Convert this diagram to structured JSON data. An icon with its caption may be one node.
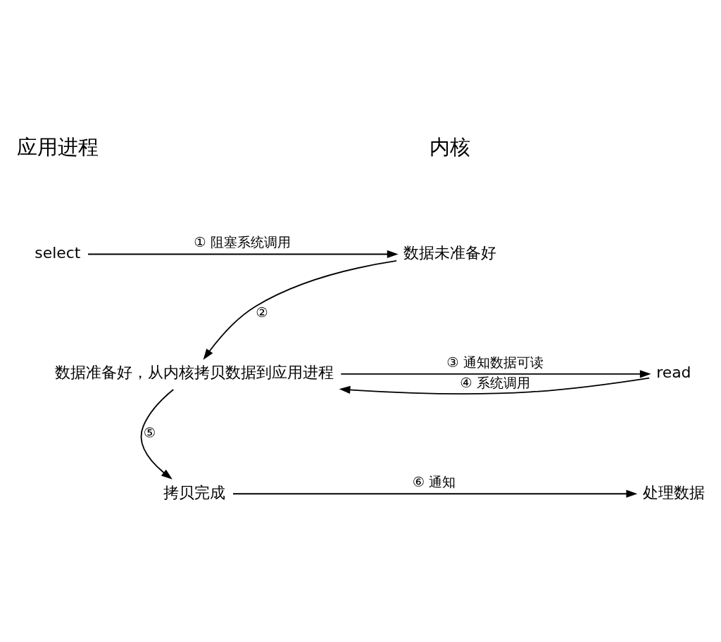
{
  "diagram": {
    "nodes": [
      {
        "text": [
          "select"
        ]
      },
      {
        "text": [
          "数据未准备好"
        ]
      },
      {
        "text": [
          "read"
        ]
      },
      {
        "text": [
          "数据准备好，从内核拷贝数据到应用进程"
        ]
      },
      {
        "text": [
          "处理数据"
        ]
      },
      {
        "text": [
          "拷贝完成"
        ]
      }
    ],
    "edges": [
      {
        "from": 0,
        "to": 1,
        "arrow": "to",
        "label": "① 阻塞系统调用"
      },
      {
        "from": 1,
        "to": 3,
        "arrow": "to",
        "label": "②"
      },
      {
        "from": 3,
        "to": 2,
        "arrow": "to",
        "label": "③ 通知数据可读"
      },
      {
        "from": 2,
        "to": 3,
        "arrow": "to",
        "label": "④ 系统调用"
      },
      {
        "from": 3,
        "to": 5,
        "arrow": "to",
        "label": "⑤"
      },
      {
        "from": 5,
        "to": 4,
        "arrow": "to",
        "label": "⑥ 通知"
      }
    ],
    "labels": [
      "应用进程",
      "内核"
    ]
  }
}
